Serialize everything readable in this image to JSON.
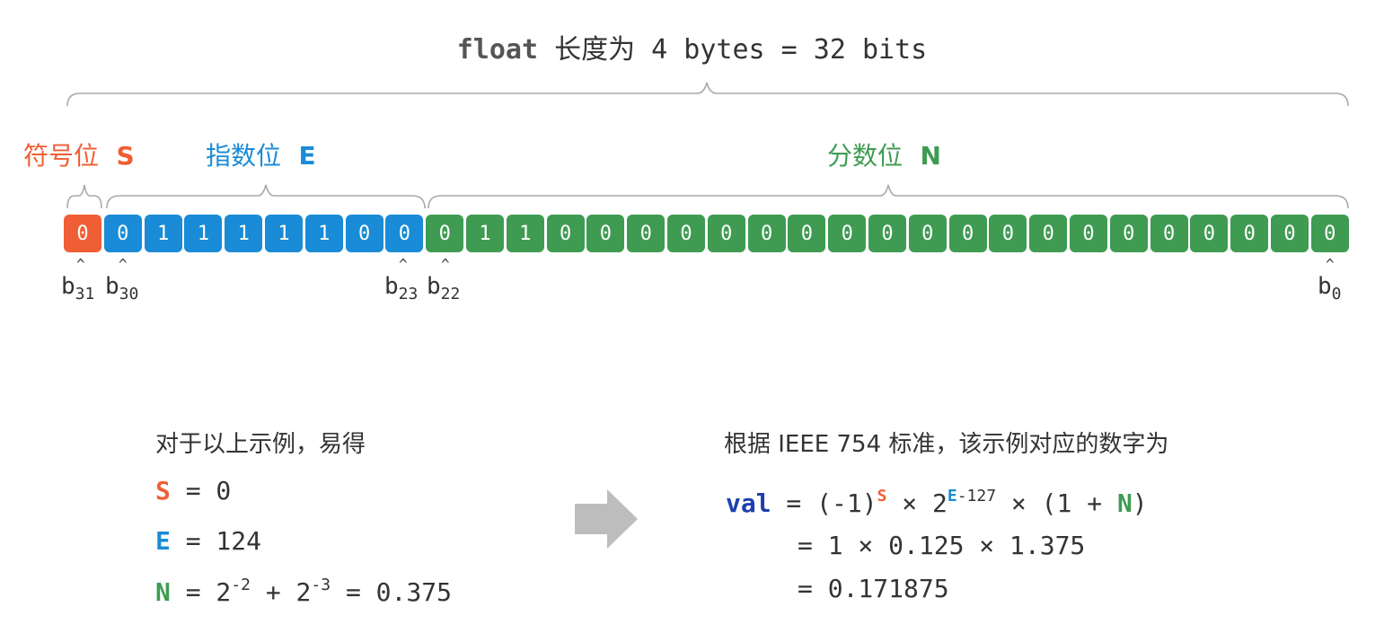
{
  "title": {
    "keyword": "float",
    "rest": " 长度为 4 bytes = 32 bits"
  },
  "segments": {
    "sign": {
      "label": "符号位",
      "symbol": "S",
      "color": "#f05e35"
    },
    "exponent": {
      "label": "指数位",
      "symbol": "E",
      "color": "#1a8bd6"
    },
    "fraction": {
      "label": "分数位",
      "symbol": "N",
      "color": "#3f9b52"
    }
  },
  "bits": [
    "0",
    "0",
    "1",
    "1",
    "1",
    "1",
    "1",
    "0",
    "0",
    "0",
    "1",
    "1",
    "0",
    "0",
    "0",
    "0",
    "0",
    "0",
    "0",
    "0",
    "0",
    "0",
    "0",
    "0",
    "0",
    "0",
    "0",
    "0",
    "0",
    "0",
    "0",
    "0"
  ],
  "positions": [
    {
      "b": "b",
      "sub": "31"
    },
    {
      "b": "b",
      "sub": "30"
    },
    {
      "b": "b",
      "sub": "23"
    },
    {
      "b": "b",
      "sub": "22"
    },
    {
      "b": "b",
      "sub": "0"
    }
  ],
  "caret": "^",
  "left_panel": {
    "heading": "对于以上示例，易得",
    "s_sym": "S",
    "s_eq": " = 0",
    "e_sym": "E",
    "e_eq": " = 124",
    "n_sym": "N",
    "n_eq1": " = 2",
    "n_exp1": "-2",
    "n_mid": " + 2",
    "n_exp2": "-3",
    "n_eq2": " = 0.375"
  },
  "right_panel": {
    "heading": "根据 IEEE 754 标准，该示例对应的数字为",
    "val": "val",
    "f1_a": " = (-1)",
    "f1_s": "S",
    "f1_b": " × 2",
    "f1_e": "E",
    "f1_exp": "-127",
    "f1_c": " × (1 + ",
    "f1_n": "N",
    "f1_d": ")",
    "f2": "= 1 × 0.125 × 1.375",
    "f3": "= 0.171875"
  }
}
